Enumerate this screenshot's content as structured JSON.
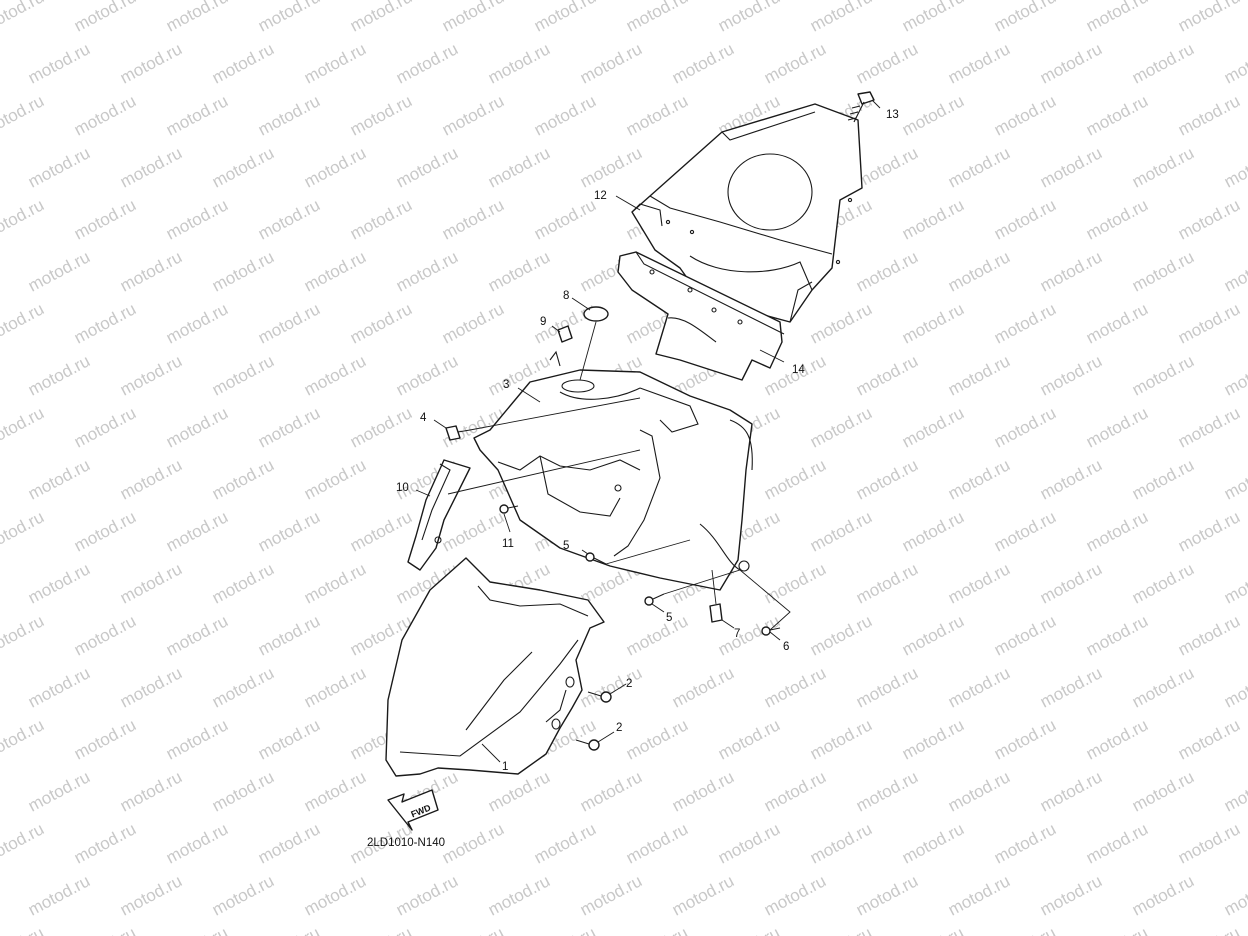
{
  "watermark": "motod.ru",
  "diagram_code": "2LD1010-N140",
  "fwd_label": "FWD",
  "callouts": [
    "1",
    "2",
    "2",
    "3",
    "4",
    "5",
    "5",
    "6",
    "7",
    "8",
    "9",
    "10",
    "11",
    "12",
    "13",
    "14"
  ],
  "colors": {
    "line": "#1a1a1a",
    "watermark": "#c8c8c8",
    "background": "#ffffff"
  }
}
